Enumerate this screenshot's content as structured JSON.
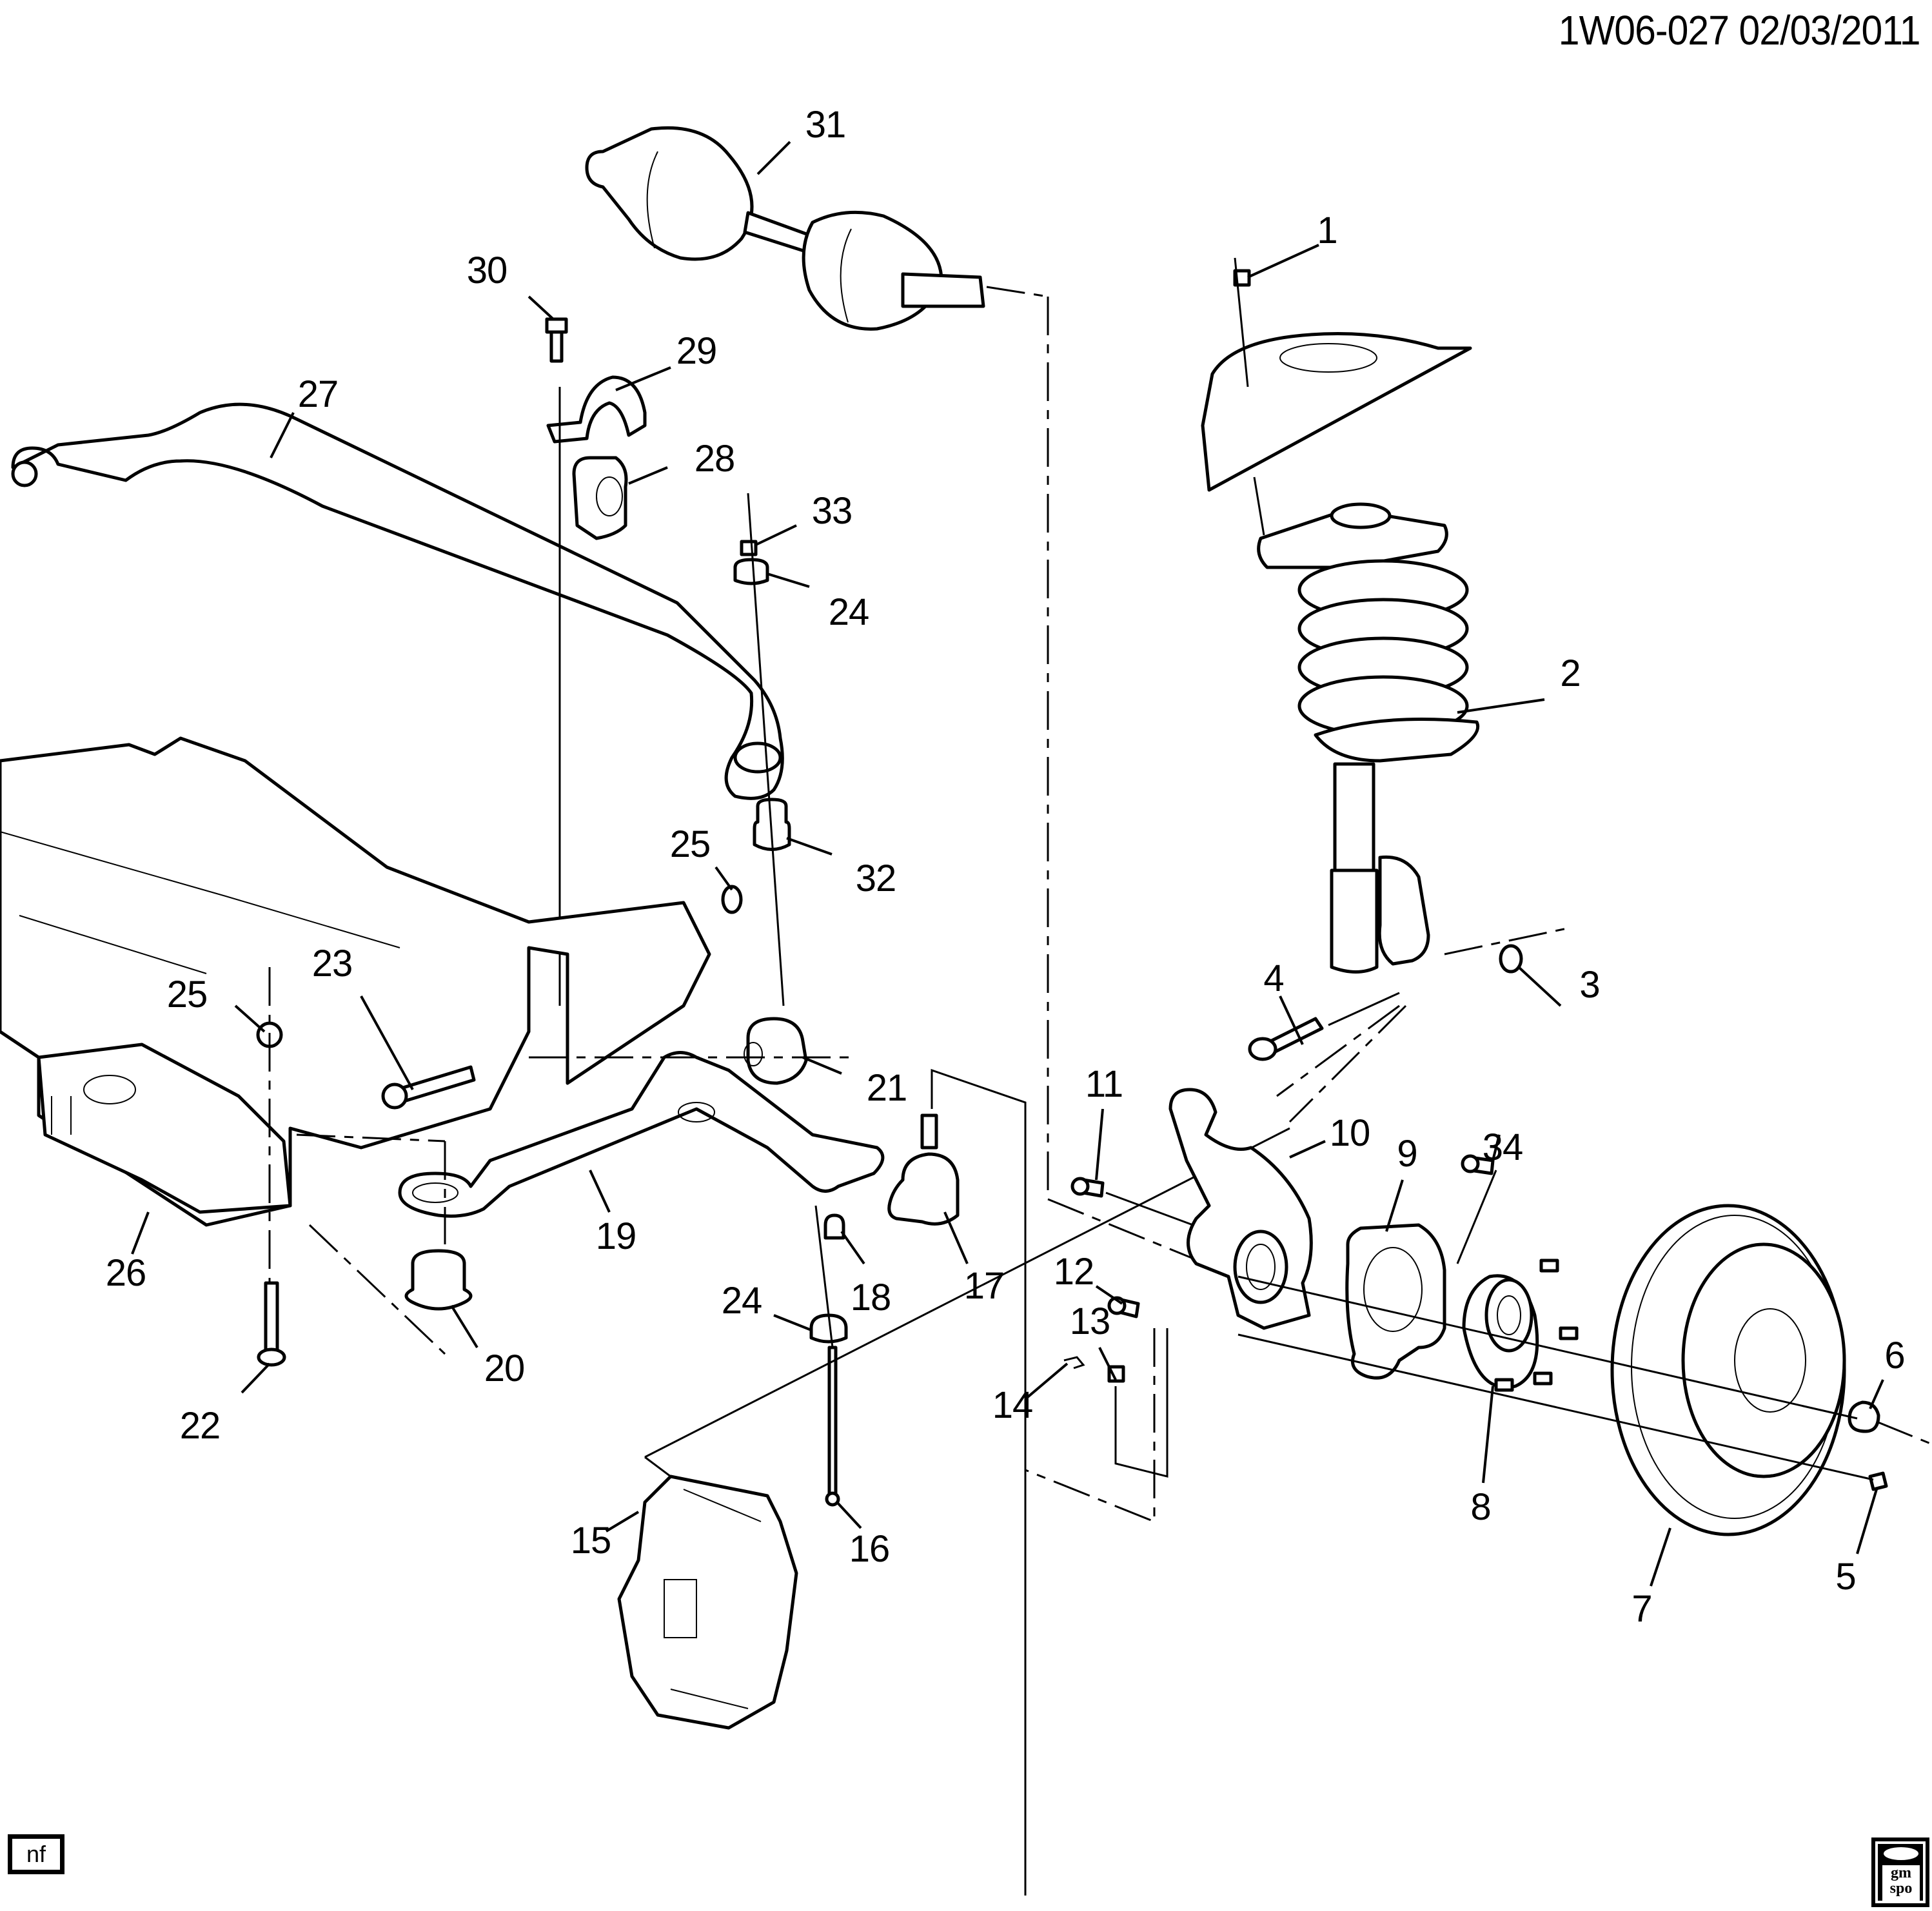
{
  "header": {
    "diagram_code": "1W06-027",
    "date": "02/03/2011",
    "full_label": "1W06-027  02/03/2011"
  },
  "footer": {
    "nf_badge": "nf",
    "logo_line1": "gm",
    "logo_line2": "spo",
    "logo_icon": "gmspo-logo-icon"
  },
  "callouts": [
    {
      "id": "1",
      "label": "1",
      "part": "strut mount nut"
    },
    {
      "id": "2",
      "label": "2",
      "part": "strut assembly"
    },
    {
      "id": "3",
      "label": "3",
      "part": "nut"
    },
    {
      "id": "4",
      "label": "4",
      "part": "strut bolt"
    },
    {
      "id": "5",
      "label": "5",
      "part": "rotor screw"
    },
    {
      "id": "6",
      "label": "6",
      "part": "hub nut"
    },
    {
      "id": "7",
      "label": "7",
      "part": "brake rotor"
    },
    {
      "id": "8",
      "label": "8",
      "part": "hub and bearing"
    },
    {
      "id": "9",
      "label": "9",
      "part": "splash shield"
    },
    {
      "id": "10",
      "label": "10",
      "part": "steering knuckle"
    },
    {
      "id": "11",
      "label": "11",
      "part": "bolt"
    },
    {
      "id": "12",
      "label": "12",
      "part": "bolt"
    },
    {
      "id": "13",
      "label": "13",
      "part": "castle nut"
    },
    {
      "id": "14",
      "label": "14",
      "part": "cotter pin"
    },
    {
      "id": "15",
      "label": "15",
      "part": "brake caliper"
    },
    {
      "id": "16",
      "label": "16",
      "part": "link bolt"
    },
    {
      "id": "17",
      "label": "17",
      "part": "ball joint"
    },
    {
      "id": "18",
      "label": "18",
      "part": "bushing"
    },
    {
      "id": "19",
      "label": "19",
      "part": "lower control arm"
    },
    {
      "id": "20",
      "label": "20",
      "part": "rear bushing"
    },
    {
      "id": "21",
      "label": "21",
      "part": "front bushing"
    },
    {
      "id": "22",
      "label": "22",
      "part": "bolt"
    },
    {
      "id": "23",
      "label": "23",
      "part": "bolt"
    },
    {
      "id": "24a",
      "label": "24",
      "part": "insulator"
    },
    {
      "id": "24b",
      "label": "24",
      "part": "insulator"
    },
    {
      "id": "25a",
      "label": "25",
      "part": "nut"
    },
    {
      "id": "25b",
      "label": "25",
      "part": "nut"
    },
    {
      "id": "26",
      "label": "26",
      "part": "frame / cradle"
    },
    {
      "id": "27",
      "label": "27",
      "part": "stabilizer bar"
    },
    {
      "id": "28",
      "label": "28",
      "part": "stabilizer bushing"
    },
    {
      "id": "29",
      "label": "29",
      "part": "bushing clamp"
    },
    {
      "id": "30",
      "label": "30",
      "part": "clamp bolt"
    },
    {
      "id": "31",
      "label": "31",
      "part": "drive axle"
    },
    {
      "id": "32",
      "label": "32",
      "part": "spacer"
    },
    {
      "id": "33",
      "label": "33",
      "part": "link nut"
    },
    {
      "id": "34",
      "label": "34",
      "part": "wheel stud"
    }
  ]
}
